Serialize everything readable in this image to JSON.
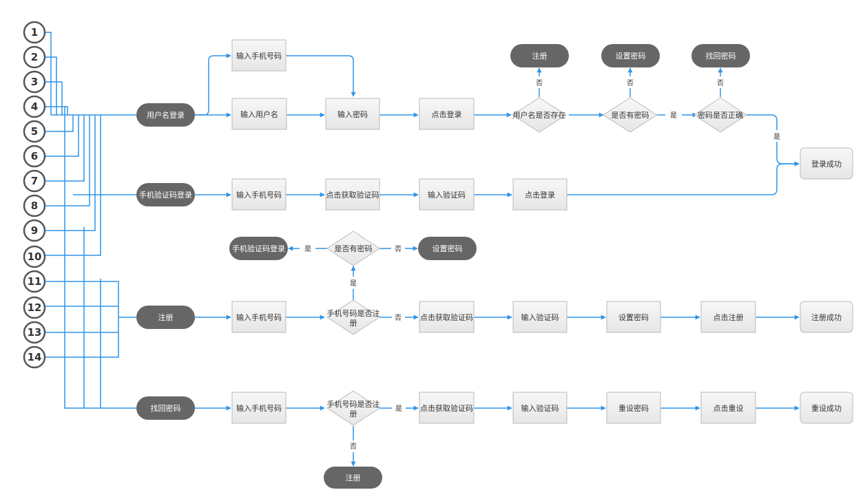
{
  "numbers": [
    "1",
    "2",
    "3",
    "4",
    "5",
    "6",
    "7",
    "8",
    "9",
    "10",
    "11",
    "12",
    "13",
    "14"
  ],
  "terminals": {
    "username_login": "用户名登录",
    "sms_login": "手机验证码登录",
    "register": "注册",
    "recover": "找回密码",
    "top_register": "注册",
    "top_set_password": "设置密码",
    "top_recover": "找回密码",
    "sms_login_2": "手机验证码登录",
    "set_password_2": "设置密码",
    "bottom_register": "注册"
  },
  "steps": {
    "r1_phone": "输入手机号码",
    "r1_username": "输入用户名",
    "r1_password": "输入密码",
    "r1_click_login": "点击登录",
    "r2_phone": "输入手机号码",
    "r2_get_code": "点击获取验证码",
    "r2_code": "输入验证码",
    "r2_click_login": "点击登录",
    "login_success": "登录成功",
    "r3_phone": "输入手机号码",
    "r3_get_code": "点击获取验证码",
    "r3_code": "输入验证码",
    "r3_set_password": "设置密码",
    "r3_click_register": "点击注册",
    "register_success": "注册成功",
    "r4_phone": "输入手机号码",
    "r4_get_code": "点击获取验证码",
    "r4_code": "输入验证码",
    "r4_reset_password": "重设密码",
    "r4_click_reset": "点击重设",
    "reset_success": "重设成功"
  },
  "decisions": {
    "username_exists": "用户名是否存在",
    "has_password": "是否有密码",
    "password_correct": "密码是否正确",
    "has_password_2": "是否有密码",
    "phone_registered_a": [
      "手机号码是否注",
      "册"
    ],
    "phone_registered_b": [
      "手机号码是否注",
      "册"
    ]
  },
  "edge_labels": {
    "yes": "是",
    "no": "否"
  },
  "colors": {
    "connector": "#2f94e8",
    "terminal_fill": "#666666",
    "terminal_text": "#ffffff",
    "process_fill": "#efefef",
    "process_stroke": "#b9b9b9",
    "decision_fill": "#efefef",
    "circle_stroke": "#555555",
    "label_text": "#333333"
  }
}
